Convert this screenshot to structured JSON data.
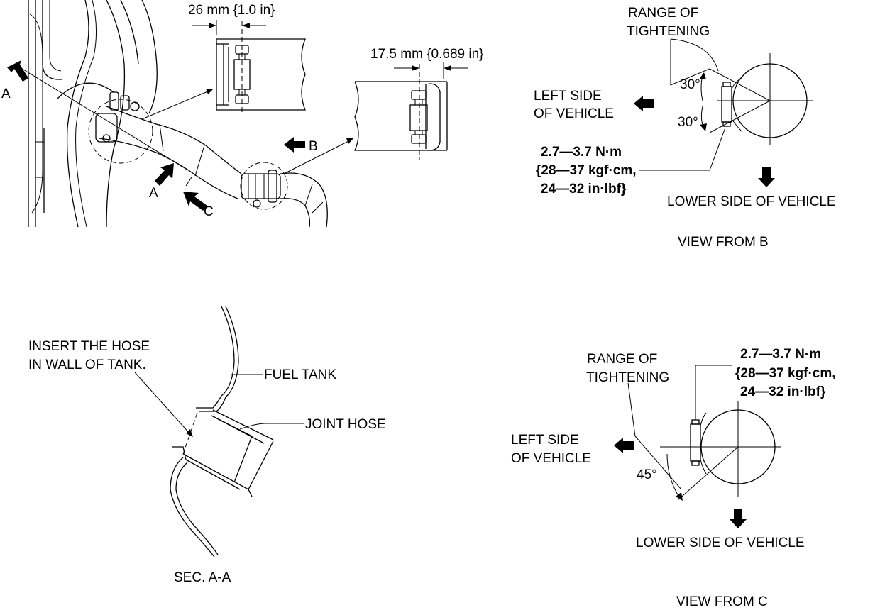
{
  "diagram": {
    "main_view": {
      "dim_clamp_left": "26 mm {1.0 in}",
      "dim_clamp_right": "17.5 mm {0.689 in}",
      "arrow_a": "A",
      "arrow_b": "B",
      "arrow_c": "C"
    },
    "view_b": {
      "range_line1": "RANGE OF",
      "range_line2": "TIGHTENING",
      "angle_upper": "30°",
      "angle_lower": "30°",
      "left_line1": "LEFT SIDE",
      "left_line2": "OF VEHICLE",
      "torque_line1": "2.7—3.7 N·m",
      "torque_line2": "{28—37 kgf·cm,",
      "torque_line3": "24—32 in·lbf}",
      "lower_side": "LOWER SIDE OF VEHICLE",
      "caption": "VIEW FROM B"
    },
    "section_aa": {
      "insert_line1": "INSERT THE HOSE",
      "insert_line2": "IN WALL OF TANK.",
      "fuel_tank": "FUEL TANK",
      "joint_hose": "JOINT HOSE",
      "caption": "SEC. A-A"
    },
    "view_c": {
      "range_line1": "RANGE OF",
      "range_line2": "TIGHTENING",
      "torque_line1": "2.7—3.7 N·m",
      "torque_line2": "{28—37 kgf·cm,",
      "torque_line3": "24—32 in·lbf}",
      "left_line1": "LEFT SIDE",
      "left_line2": "OF VEHICLE",
      "angle": "45°",
      "lower_side": "LOWER SIDE OF VEHICLE",
      "caption": "VIEW FROM C"
    }
  }
}
